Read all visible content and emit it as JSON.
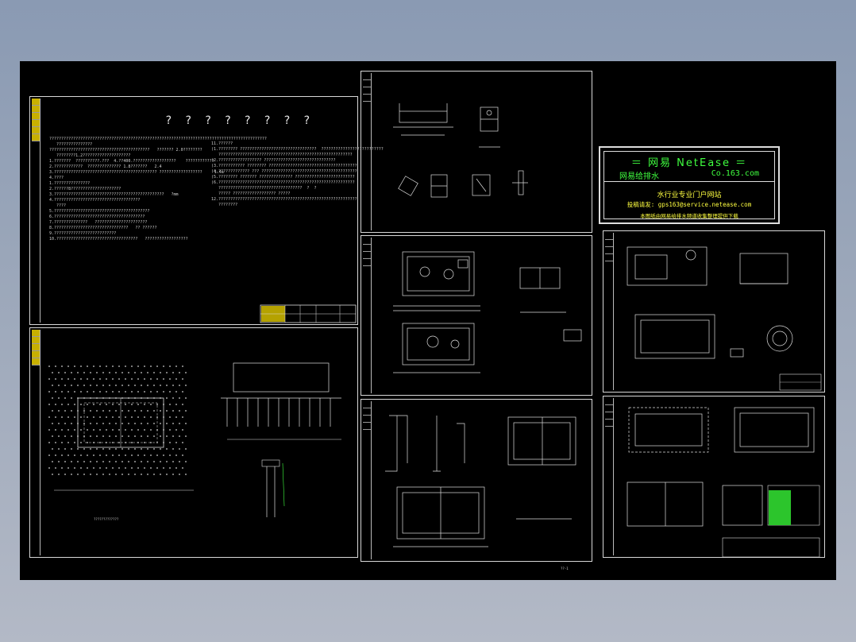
{
  "drawing": {
    "notes_title": "? ? ? ? ? ? ? ?",
    "notes_left": "???????????????????????????????????????????????????????????????????????????????????????????\n   ???????????????\n??????????????????????????????????????????   ??????? 2.0????????\n   ????????1.2????????????????????\n1.???????  ??????????.???  4.??400.??????????????????    ????????????\n2.????????????  ?????????????? 1.8???????   2.4\n3.??????????????????????????????????????????? ??????????????????     1.4a\n4.????\n1.???????????????\n2.??????8?????????????????????\n3.??????????????????????????????????????????????   ?mm\n4.????????????????????????????????????\n   ????\n5.????????????????????????????????????????\n6.??????????????????????????????????????\n7.??????????????   ??????????????????????\n8.???????????????????????????????   ?? ??????\n9.??????????????????????????\n10.??????????????????????????????????   ??????????????????",
    "notes_right": "11.??????\n(1.???????? ????????????????????????????????  ??????????????????????????\n   ????????????????????????????????????????????????????????\n(2.?????????????????? ??????????????????????????????\n(3.??????????? ???????? ?????????????????????????????????????\n(4.????????????? ??? ????????????????????????????????????????\n(5.???????? ??????? ?????????????? ?????????????????????????\n(6.?????????????????????????????????????????????????????????\n   ???????????????????????????????????  ?  ?\n   ????? ?????????????????? ?????\n12.??????????????????????????????????????????????????????????\n   ????????",
    "plan_caption": "?????????????",
    "last_label": "??-1"
  },
  "netease": {
    "brand": "＝  网易 NetEase  ＝",
    "sub": "网易给排水",
    "domain": "Co.163.com",
    "site": "水行业专业门户网站",
    "mail": "投稿请发: gps163@service.netease.com",
    "note": "本图纸由网易给排水频道收集整理提供下载"
  },
  "colors": {
    "background": "#000000",
    "sheet_border": "#d8d8d8",
    "brand_green": "#3fff3f",
    "brand_yellow": "#ffff40",
    "titleblock": "#c8b000"
  }
}
